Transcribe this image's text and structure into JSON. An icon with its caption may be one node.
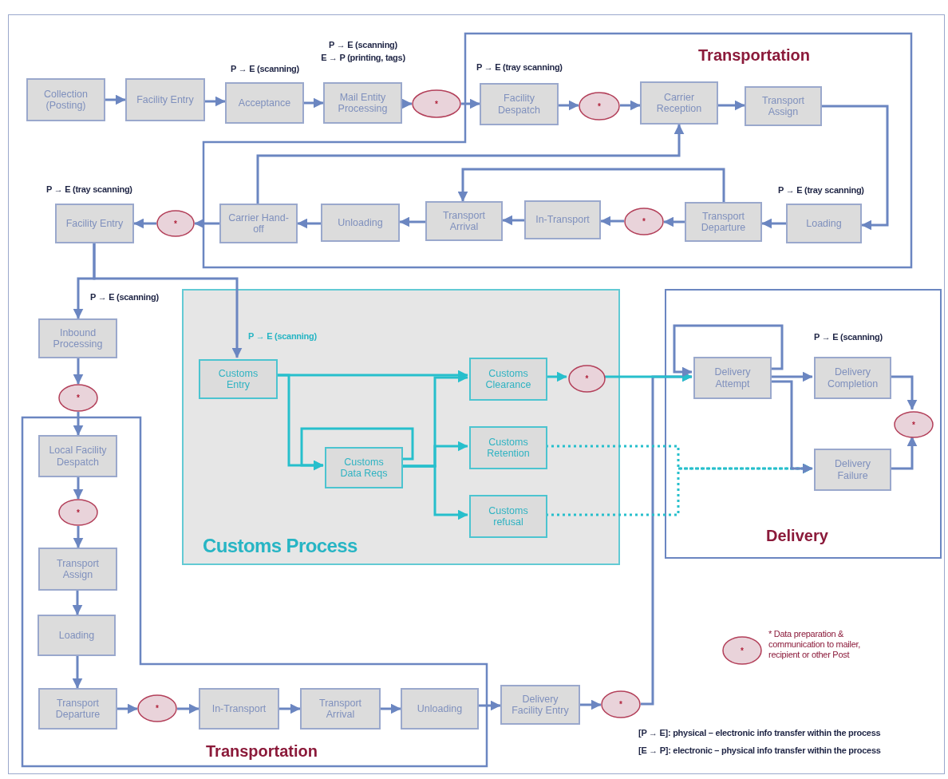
{
  "diagram": {
    "nodes": [
      {
        "text": [
          "Collection (Posting)"
        ]
      },
      {
        "text": [
          "Facility Entry"
        ]
      },
      {
        "text": [
          "Acceptance"
        ],
        "beside": [
          "P → E (scanning)"
        ]
      },
      {
        "text": [
          "Mail Entity Processing"
        ],
        "beside": [
          "P → E (scanning)",
          "E → P (printing, tags)"
        ]
      },
      {
        "text": [
          "*"
        ]
      },
      {
        "text": [
          "Transportation"
        ]
      },
      {
        "text": [
          "Facility Despatch"
        ],
        "in": 5,
        "beside": [
          "P → E (tray scanning)"
        ]
      },
      {
        "text": [
          "*"
        ],
        "in": 5
      },
      {
        "text": [
          "Carrier Reception"
        ],
        "in": 5
      },
      {
        "text": [
          "Transport Assign"
        ],
        "in": 5
      },
      {
        "text": [
          "Loading"
        ],
        "in": 5,
        "beside": [
          "P → E (tray scanning)"
        ]
      },
      {
        "text": [
          "Transport Departure"
        ],
        "in": 5
      },
      {
        "text": [
          "*"
        ],
        "in": 5
      },
      {
        "text": [
          "In-Transport"
        ],
        "in": 5
      },
      {
        "text": [
          "Transport Arrival"
        ],
        "in": 5
      },
      {
        "text": [
          "Unloading"
        ],
        "in": 5
      },
      {
        "text": [
          "Carrier Hand-off"
        ],
        "in": 5
      },
      {
        "text": [
          "*"
        ]
      },
      {
        "text": [
          "Facility Entry"
        ],
        "beside": [
          "P → E (tray scanning)"
        ]
      },
      {
        "text": [
          "Inbound Processing"
        ],
        "beside": [
          "P → E (scanning)"
        ]
      },
      {
        "text": [
          "*"
        ]
      },
      {
        "text": [
          "Transportation"
        ]
      },
      {
        "text": [
          "Local Facility Despatch"
        ],
        "in": 21
      },
      {
        "text": [
          "*"
        ],
        "in": 21
      },
      {
        "text": [
          "Transport Assign"
        ],
        "in": 21
      },
      {
        "text": [
          "Loading"
        ],
        "in": 21
      },
      {
        "text": [
          "Transport Departure"
        ],
        "in": 21
      },
      {
        "text": [
          "*"
        ],
        "in": 21
      },
      {
        "text": [
          "In-Transport"
        ],
        "in": 21
      },
      {
        "text": [
          "Transport Arrival"
        ],
        "in": 21
      },
      {
        "text": [
          "Unloading"
        ],
        "in": 21
      },
      {
        "text": [
          "Delivery Facility Entry"
        ]
      },
      {
        "text": [
          "*"
        ]
      },
      {
        "text": [
          "Customs Process"
        ]
      },
      {
        "text": [
          "Customs Entry"
        ],
        "in": 33,
        "beside": [
          "P → E (scanning)"
        ]
      },
      {
        "text": [
          "Customs Data Reqs"
        ],
        "in": 33
      },
      {
        "text": [
          "Customs Clearance"
        ],
        "in": 33
      },
      {
        "text": [
          "*"
        ],
        "in": 33
      },
      {
        "text": [
          "Customs Retention"
        ],
        "in": 33
      },
      {
        "text": [
          "Customs refusal"
        ],
        "in": 33
      },
      {
        "text": [
          "Delivery"
        ]
      },
      {
        "text": [
          "Delivery Attempt"
        ],
        "in": 40
      },
      {
        "text": [
          "Delivery Completion"
        ],
        "in": 40,
        "beside": [
          "P → E (scanning)"
        ]
      },
      {
        "text": [
          "Delivery Failure"
        ],
        "in": 40
      },
      {
        "text": [
          "*"
        ],
        "in": 40
      },
      {
        "text": [
          "*"
        ],
        "beside": [
          "* Data preparation & communication to mailer, recipient or other Post"
        ]
      }
    ],
    "edges": [
      {
        "from": 0,
        "to": 1,
        "arrow": "to"
      },
      {
        "from": 1,
        "to": 2,
        "arrow": "to"
      },
      {
        "from": 2,
        "to": 3,
        "arrow": "to"
      },
      {
        "from": 3,
        "to": 4,
        "arrow": "to"
      },
      {
        "from": 4,
        "to": 6,
        "arrow": "to"
      },
      {
        "from": 6,
        "to": 7,
        "arrow": "to"
      },
      {
        "from": 7,
        "to": 8,
        "arrow": "to"
      },
      {
        "from": 8,
        "to": 9,
        "arrow": "to"
      },
      {
        "from": 9,
        "to": 10,
        "arrow": "to"
      },
      {
        "from": 10,
        "to": 11,
        "arrow": "to"
      },
      {
        "from": 11,
        "to": 12,
        "arrow": "to"
      },
      {
        "from": 12,
        "to": 13,
        "arrow": "to"
      },
      {
        "from": 13,
        "to": 14,
        "arrow": "to"
      },
      {
        "from": 11,
        "to": 14,
        "arrow": "to"
      },
      {
        "from": 14,
        "to": 15,
        "arrow": "to"
      },
      {
        "from": 15,
        "to": 16,
        "arrow": "to"
      },
      {
        "from": 16,
        "to": 8,
        "arrow": "to"
      },
      {
        "from": 16,
        "to": 17,
        "arrow": "to"
      },
      {
        "from": 17,
        "to": 18,
        "arrow": "to"
      },
      {
        "from": 18,
        "to": 19,
        "arrow": "to"
      },
      {
        "from": 18,
        "to": 34,
        "arrow": "to"
      },
      {
        "from": 19,
        "to": 20,
        "arrow": "to"
      },
      {
        "from": 20,
        "to": 22,
        "arrow": "to"
      },
      {
        "from": 22,
        "to": 23,
        "arrow": "to"
      },
      {
        "from": 23,
        "to": 24,
        "arrow": "to"
      },
      {
        "from": 24,
        "to": 25,
        "arrow": "to"
      },
      {
        "from": 25,
        "to": 26,
        "arrow": "to"
      },
      {
        "from": 26,
        "to": 27,
        "arrow": "to"
      },
      {
        "from": 27,
        "to": 28,
        "arrow": "to"
      },
      {
        "from": 28,
        "to": 29,
        "arrow": "to"
      },
      {
        "from": 29,
        "to": 30,
        "arrow": "to"
      },
      {
        "from": 30,
        "to": 31,
        "arrow": "to"
      },
      {
        "from": 31,
        "to": 32,
        "arrow": "to"
      },
      {
        "from": 32,
        "to": 41,
        "arrow": "to"
      },
      {
        "from": 34,
        "to": 36,
        "arrow": "to",
        "color": "#27bfcc"
      },
      {
        "from": 34,
        "to": 35,
        "arrow": "to",
        "color": "#27bfcc"
      },
      {
        "from": 35,
        "to": 35,
        "arrow": "to",
        "color": "#27bfcc"
      },
      {
        "from": 35,
        "to": 36,
        "arrow": "to",
        "color": "#27bfcc"
      },
      {
        "from": 35,
        "to": 38,
        "arrow": "to",
        "color": "#27bfcc"
      },
      {
        "from": 35,
        "to": 39,
        "arrow": "to",
        "color": "#27bfcc"
      },
      {
        "from": 36,
        "to": 37,
        "arrow": "to",
        "color": "#27bfcc"
      },
      {
        "from": 37,
        "to": 41,
        "arrow": "to",
        "color": "#27bfcc"
      },
      {
        "from": 38,
        "to": 43,
        "arrow": "to",
        "style": "dashed",
        "color": "#27bfcc"
      },
      {
        "from": 39,
        "to": 43,
        "arrow": "to",
        "style": "dashed",
        "color": "#27bfcc"
      },
      {
        "from": 41,
        "to": 42,
        "arrow": "to"
      },
      {
        "from": 41,
        "to": 41,
        "arrow": "to"
      },
      {
        "from": 41,
        "to": 43,
        "arrow": "to"
      },
      {
        "from": 42,
        "to": 44,
        "arrow": "to"
      },
      {
        "from": 43,
        "to": 44,
        "arrow": "to"
      }
    ],
    "labels": [
      "[P → E]: physical – electronic info transfer within the process",
      "[E → P]: electronic – physical info transfer within the process"
    ]
  }
}
